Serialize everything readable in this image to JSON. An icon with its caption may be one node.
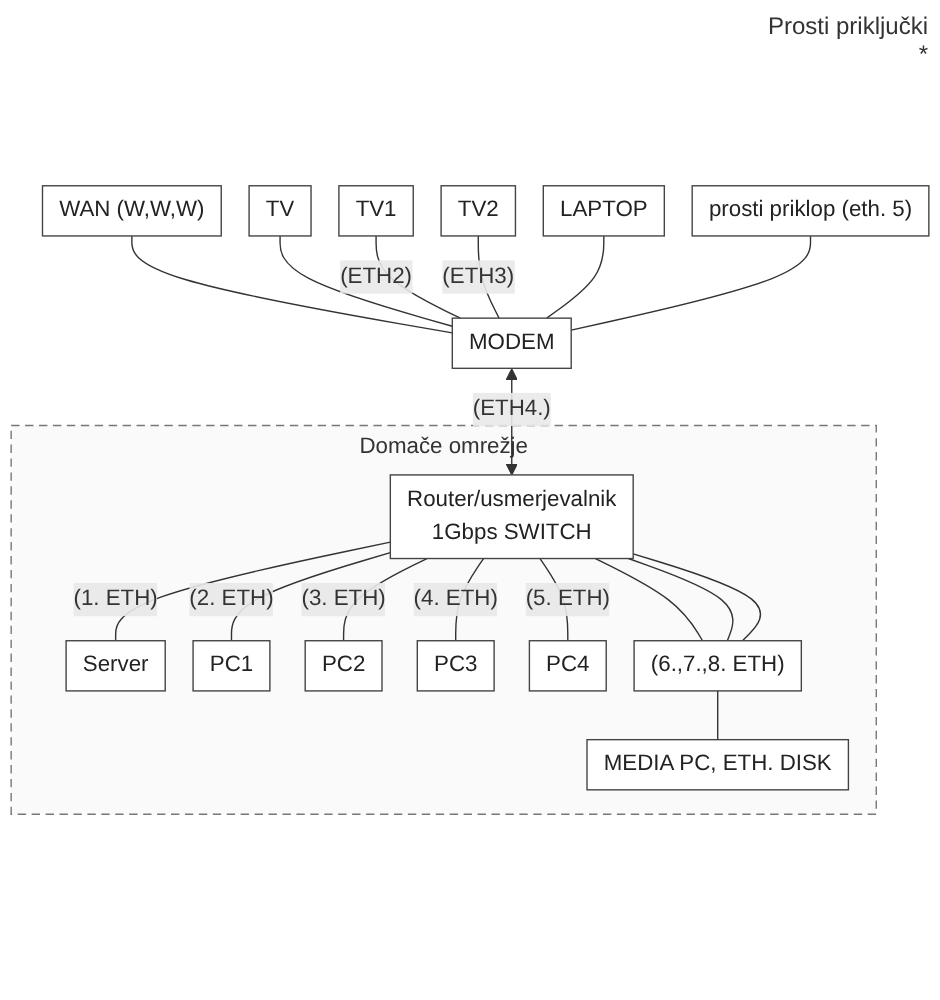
{
  "diagram": {
    "nodes": [
      {
        "text": [
          "WAN (W,W,W)"
        ]
      },
      {
        "text": [
          "TV"
        ]
      },
      {
        "text": [
          "TV1"
        ]
      },
      {
        "text": [
          "TV2"
        ]
      },
      {
        "text": [
          "LAPTOP"
        ]
      },
      {
        "text": [
          "MODEM"
        ]
      },
      {
        "text": [
          "prosti priklop (eth. 5)"
        ]
      },
      {
        "text": [
          "Domače omrežje"
        ]
      },
      {
        "text": [
          "Router/usmerjevalnik",
          "1Gbps SWITCH"
        ],
        "in": 7
      },
      {
        "text": [
          "Server"
        ],
        "in": 7
      },
      {
        "text": [
          "PC1"
        ],
        "in": 7
      },
      {
        "text": [
          "PC2"
        ],
        "in": 7
      },
      {
        "text": [
          "PC3"
        ],
        "in": 7
      },
      {
        "text": [
          "PC4"
        ],
        "in": 7
      },
      {
        "text": [
          "(6.,7.,8. ETH)"
        ],
        "in": 7
      },
      {
        "text": [
          "MEDIA PC, ETH. DISK"
        ],
        "in": 7
      }
    ],
    "edges": [
      {
        "from": 0,
        "to": 5,
        "arrow": "none"
      },
      {
        "from": 1,
        "to": 5,
        "arrow": "none"
      },
      {
        "from": 2,
        "to": 5,
        "arrow": "none",
        "label": "(ETH2)"
      },
      {
        "from": 3,
        "to": 5,
        "arrow": "none",
        "label": "(ETH3)"
      },
      {
        "from": 4,
        "to": 5,
        "arrow": "none"
      },
      {
        "from": 6,
        "to": 5,
        "arrow": "none"
      },
      {
        "from": 5,
        "to": 8,
        "arrow": "both",
        "label": "(ETH4.)"
      },
      {
        "from": 8,
        "to": 9,
        "arrow": "none",
        "label": "(1. ETH)"
      },
      {
        "from": 8,
        "to": 10,
        "arrow": "none",
        "label": "(2. ETH)"
      },
      {
        "from": 8,
        "to": 11,
        "arrow": "none",
        "label": "(3. ETH)"
      },
      {
        "from": 8,
        "to": 12,
        "arrow": "none",
        "label": "(4. ETH)"
      },
      {
        "from": 8,
        "to": 13,
        "arrow": "none",
        "label": "(5. ETH)"
      },
      {
        "from": 8,
        "to": 14,
        "arrow": "none"
      },
      {
        "from": 8,
        "to": 14,
        "arrow": "none"
      },
      {
        "from": 8,
        "to": 14,
        "arrow": "none"
      },
      {
        "from": 14,
        "to": 15,
        "arrow": "none"
      }
    ],
    "labels": [
      "Prosti priključki",
      "*"
    ]
  }
}
